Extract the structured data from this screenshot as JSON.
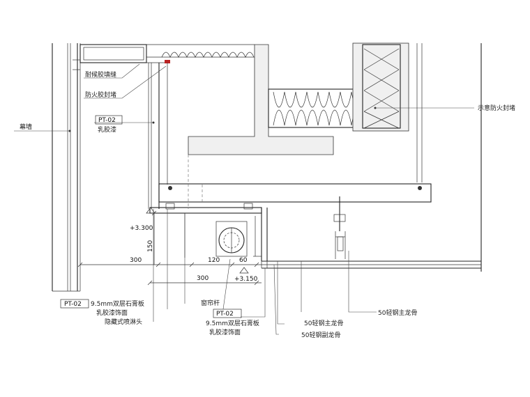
{
  "labels": {
    "curtain_wall": "幕墙",
    "weatherproof_sealant": "耐候胶填缝",
    "fire_sealant": "防火胶封堵",
    "fire_stop_indicative": "示意防火封堵",
    "pt02_top": "PT-02",
    "latex_paint_top": "乳胶漆",
    "pt02_left": "PT-02",
    "gypsum_left": "9.5mm双层石膏板",
    "latex_finish_left": "乳胶漆饰面",
    "concealed_sprinkler": "隐藏式喷淋头",
    "curtain_rod": "窗帘杆",
    "pt02_mid": "PT-02",
    "gypsum_mid": "9.5mm双层石膏板",
    "latex_finish_mid": "乳胶漆饰面",
    "main_keel_right": "50轻钢主龙骨",
    "main_keel_mid": "50轻钢主龙骨",
    "sub_keel": "50轻钢副龙骨"
  },
  "dimensions": {
    "elev_upper": "+3.300",
    "elev_lower": "+3.150",
    "d150": "150",
    "d300_a": "300",
    "d120": "120",
    "d60": "60",
    "d300_b": "300"
  }
}
